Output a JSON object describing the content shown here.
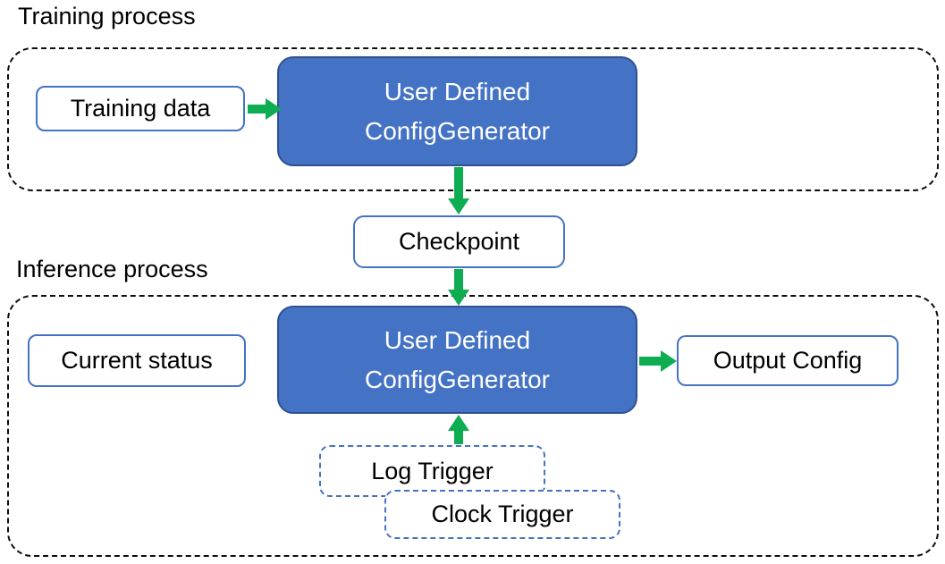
{
  "training": {
    "label": "Training process",
    "input": "Training data",
    "generator": {
      "line1": "User Defined",
      "line2": "ConfigGenerator"
    }
  },
  "checkpoint": {
    "label": "Checkpoint"
  },
  "inference": {
    "label": "Inference process",
    "input": "Current status",
    "generator": {
      "line1": "User Defined",
      "line2": "ConfigGenerator"
    },
    "output": "Output Config",
    "triggers": {
      "log": "Log Trigger",
      "clock": "Clock Trigger"
    }
  },
  "colors": {
    "node_fill_blue": "#4472C4",
    "node_border_dark": "#2F528F",
    "box_border_blue": "#4472C4",
    "arrow_green": "#0EAD52",
    "container_dash": "#0D0D0D",
    "text_dark": "#000000",
    "text_light": "#FFFFFF"
  }
}
